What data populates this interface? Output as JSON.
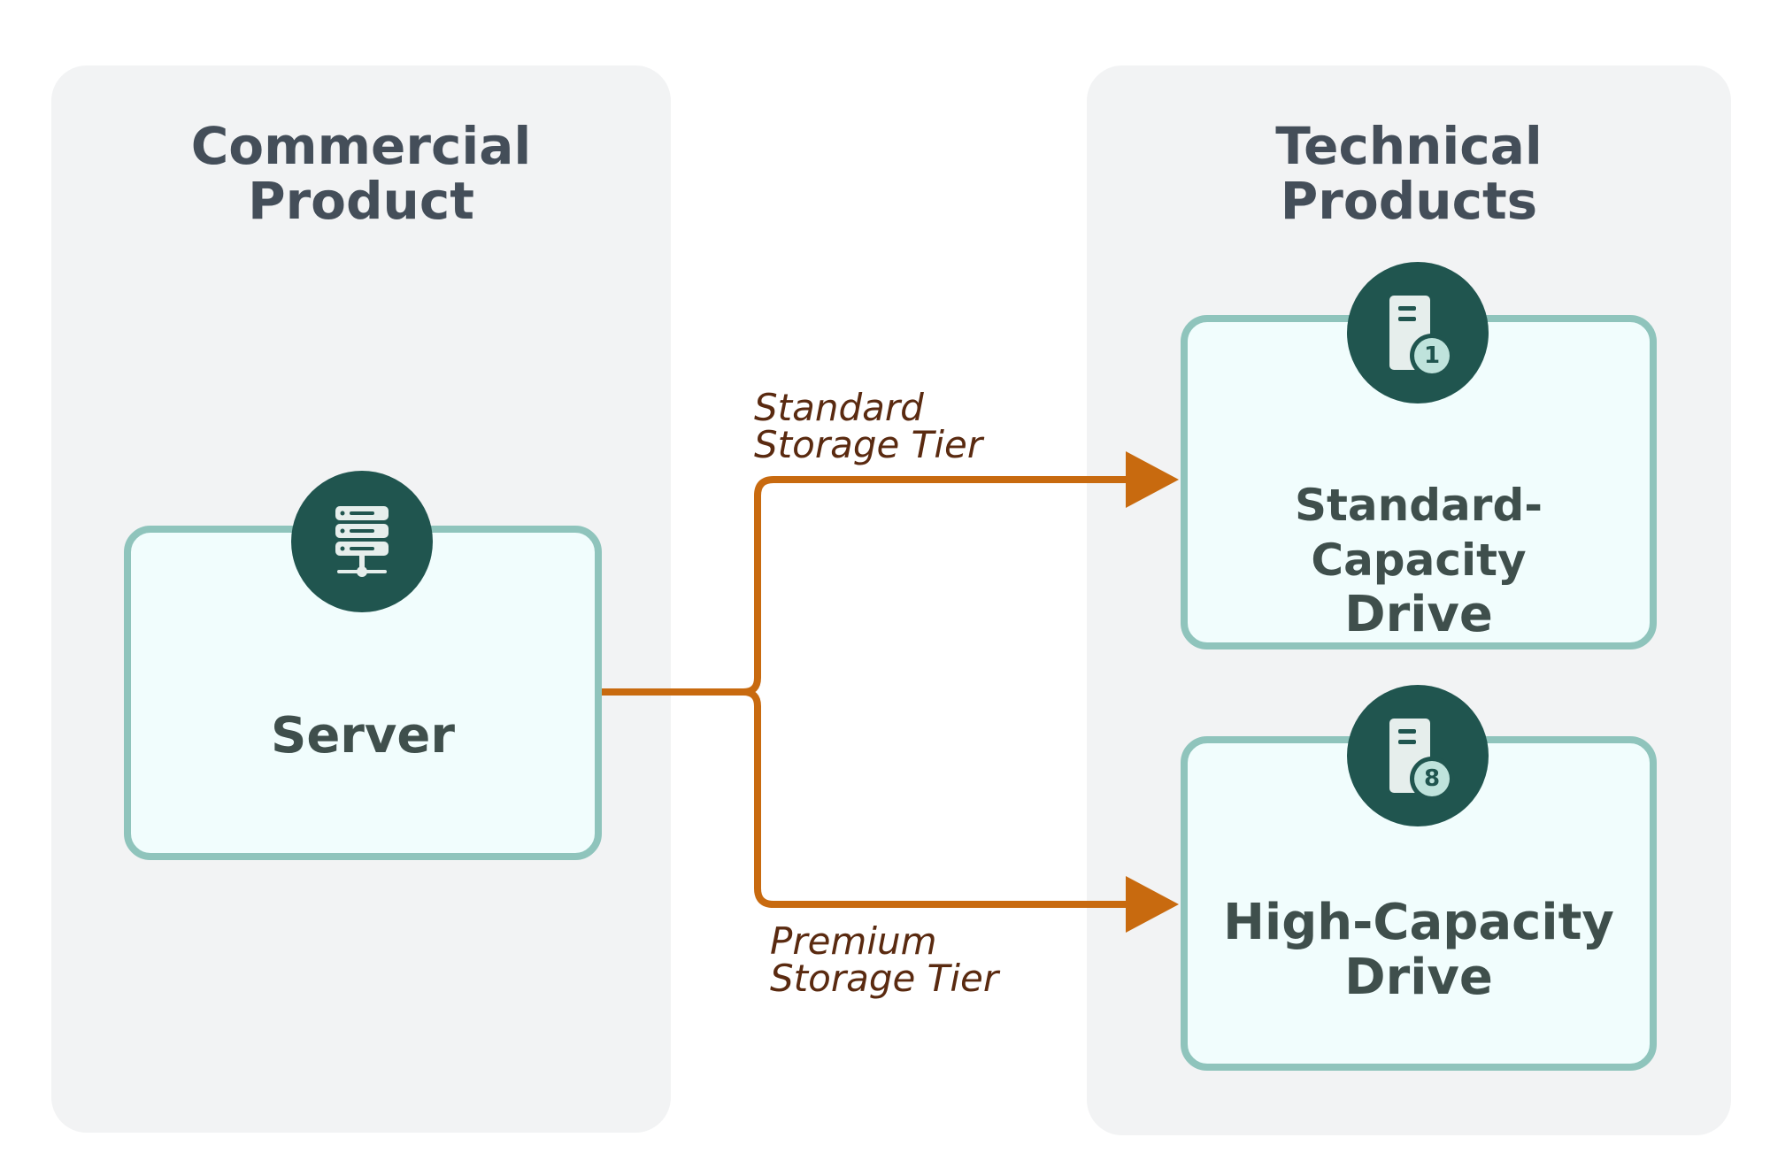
{
  "panels": {
    "commercial": {
      "title_line1": "Commercial",
      "title_line2": "Product"
    },
    "technical": {
      "title_line1": "Technical",
      "title_line2": "Products"
    }
  },
  "nodes": {
    "server": {
      "label": "Server",
      "icon": "server-rack-icon"
    },
    "standard": {
      "label_line1": "Standard-Capacity",
      "label_line2": "Drive",
      "icon": "drive-icon",
      "badge_number": "1"
    },
    "high": {
      "label_line1": "High-Capacity",
      "label_line2": "Drive",
      "icon": "drive-icon",
      "badge_number": "8"
    }
  },
  "edges": {
    "standard_tier": {
      "line1": "Standard",
      "line2": "Storage Tier"
    },
    "premium_tier": {
      "line1": "Premium",
      "line2": "Storage Tier"
    }
  },
  "colors": {
    "panel_bg": "#f2f3f4",
    "node_fill": "#f1fdfd",
    "node_border": "#8fc4bc",
    "badge": "#20554f",
    "connector": "#c86a0f",
    "edge_label": "#5a2a10",
    "title_text": "#444e59",
    "node_text": "#3f4f4c"
  }
}
